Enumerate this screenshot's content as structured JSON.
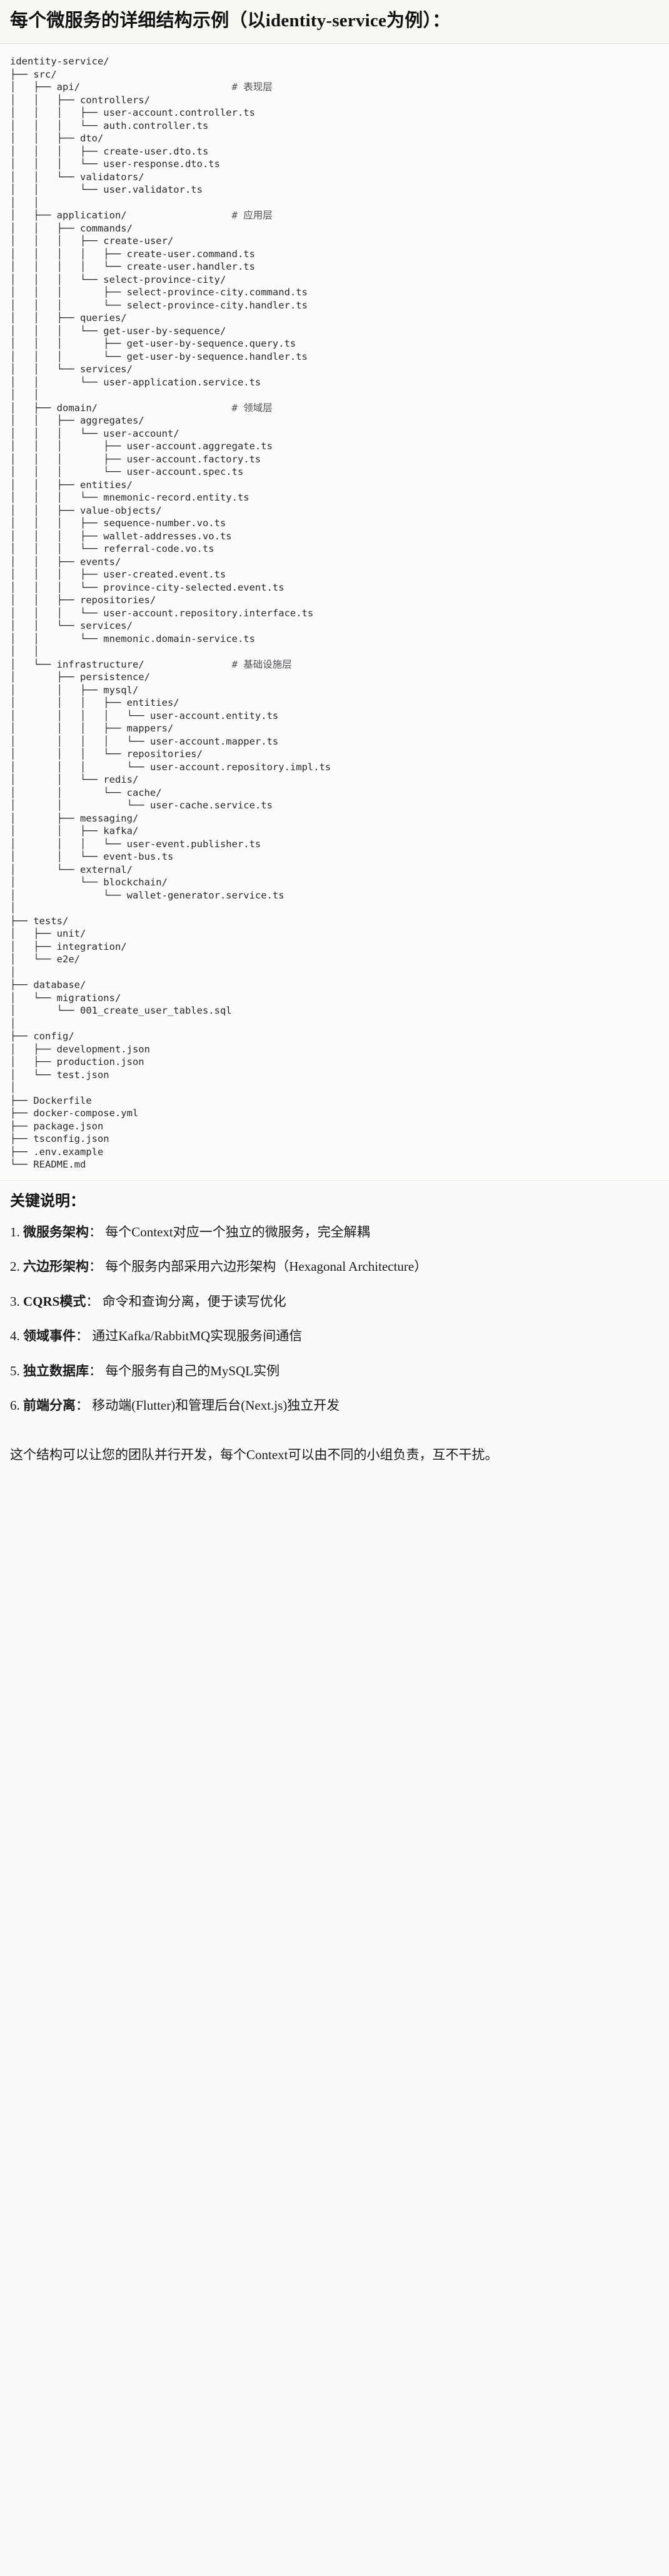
{
  "heading": "每个微服务的详细结构示例（以identity-service为例）：",
  "tree": {
    "root": "identity-service/",
    "comments": {
      "api": "# 表现层",
      "application": "# 应用层",
      "domain": "# 领域层",
      "infrastructure": "# 基础设施层"
    },
    "lines": [
      "identity-service/",
      "├── src/",
      "│   ├── api/                          # 表现层",
      "│   │   ├── controllers/",
      "│   │   │   ├── user-account.controller.ts",
      "│   │   │   └── auth.controller.ts",
      "│   │   ├── dto/",
      "│   │   │   ├── create-user.dto.ts",
      "│   │   │   └── user-response.dto.ts",
      "│   │   └── validators/",
      "│   │       └── user.validator.ts",
      "│   │",
      "│   ├── application/                  # 应用层",
      "│   │   ├── commands/",
      "│   │   │   ├── create-user/",
      "│   │   │   │   ├── create-user.command.ts",
      "│   │   │   │   └── create-user.handler.ts",
      "│   │   │   └── select-province-city/",
      "│   │   │       ├── select-province-city.command.ts",
      "│   │   │       └── select-province-city.handler.ts",
      "│   │   ├── queries/",
      "│   │   │   └── get-user-by-sequence/",
      "│   │   │       ├── get-user-by-sequence.query.ts",
      "│   │   │       └── get-user-by-sequence.handler.ts",
      "│   │   └── services/",
      "│   │       └── user-application.service.ts",
      "│   │",
      "│   ├── domain/                       # 领域层",
      "│   │   ├── aggregates/",
      "│   │   │   └── user-account/",
      "│   │   │       ├── user-account.aggregate.ts",
      "│   │   │       ├── user-account.factory.ts",
      "│   │   │       └── user-account.spec.ts",
      "│   │   ├── entities/",
      "│   │   │   └── mnemonic-record.entity.ts",
      "│   │   ├── value-objects/",
      "│   │   │   ├── sequence-number.vo.ts",
      "│   │   │   ├── wallet-addresses.vo.ts",
      "│   │   │   └── referral-code.vo.ts",
      "│   │   ├── events/",
      "│   │   │   ├── user-created.event.ts",
      "│   │   │   └── province-city-selected.event.ts",
      "│   │   ├── repositories/",
      "│   │   │   └── user-account.repository.interface.ts",
      "│   │   └── services/",
      "│   │       └── mnemonic.domain-service.ts",
      "│   │",
      "│   └── infrastructure/               # 基础设施层",
      "│       ├── persistence/",
      "│       │   ├── mysql/",
      "│       │   │   ├── entities/",
      "│       │   │   │   └── user-account.entity.ts",
      "│       │   │   ├── mappers/",
      "│       │   │   │   └── user-account.mapper.ts",
      "│       │   │   └── repositories/",
      "│       │   │       └── user-account.repository.impl.ts",
      "│       │   └── redis/",
      "│       │       └── cache/",
      "│       │           └── user-cache.service.ts",
      "│       ├── messaging/",
      "│       │   ├── kafka/",
      "│       │   │   └── user-event.publisher.ts",
      "│       │   └── event-bus.ts",
      "│       └── external/",
      "│           └── blockchain/",
      "│               └── wallet-generator.service.ts",
      "│",
      "├── tests/",
      "│   ├── unit/",
      "│   ├── integration/",
      "│   └── e2e/",
      "│",
      "├── database/",
      "│   └── migrations/",
      "│       └── 001_create_user_tables.sql",
      "│",
      "├── config/",
      "│   ├── development.json",
      "│   ├── production.json",
      "│   └── test.json",
      "│",
      "├── Dockerfile",
      "├── docker-compose.yml",
      "├── package.json",
      "├── tsconfig.json",
      "├── .env.example",
      "└── README.md"
    ]
  },
  "keypoints": {
    "title": "关键说明：",
    "items": [
      {
        "num": "1.",
        "term": "微服务架构",
        "sep": "：",
        "desc": "每个Context对应一个独立的微服务，完全解耦"
      },
      {
        "num": "2.",
        "term": "六边形架构",
        "sep": "：",
        "desc": "每个服务内部采用六边形架构（Hexagonal Architecture）"
      },
      {
        "num": "3.",
        "term": "CQRS模式",
        "sep": "：",
        "desc": "命令和查询分离，便于读写优化"
      },
      {
        "num": "4.",
        "term": "领域事件",
        "sep": "：",
        "desc": "通过Kafka/RabbitMQ实现服务间通信"
      },
      {
        "num": "5.",
        "term": "独立数据库",
        "sep": "：",
        "desc": "每个服务有自己的MySQL实例"
      },
      {
        "num": "6.",
        "term": "前端分离",
        "sep": "：",
        "desc": "移动端(Flutter)和管理后台(Next.js)独立开发"
      }
    ],
    "closing": "这个结构可以让您的团队并行开发，每个Context可以由不同的小组负责，互不干扰。"
  },
  "colors": {
    "page_bg": "#fbfaf8",
    "heading_bg": "#f8f7f3",
    "code_bg": "#fcfbf9",
    "text": "#1a1a1a",
    "code_text": "#24292e",
    "comment_text": "#4a4f55",
    "divider": "#e3e1db"
  }
}
